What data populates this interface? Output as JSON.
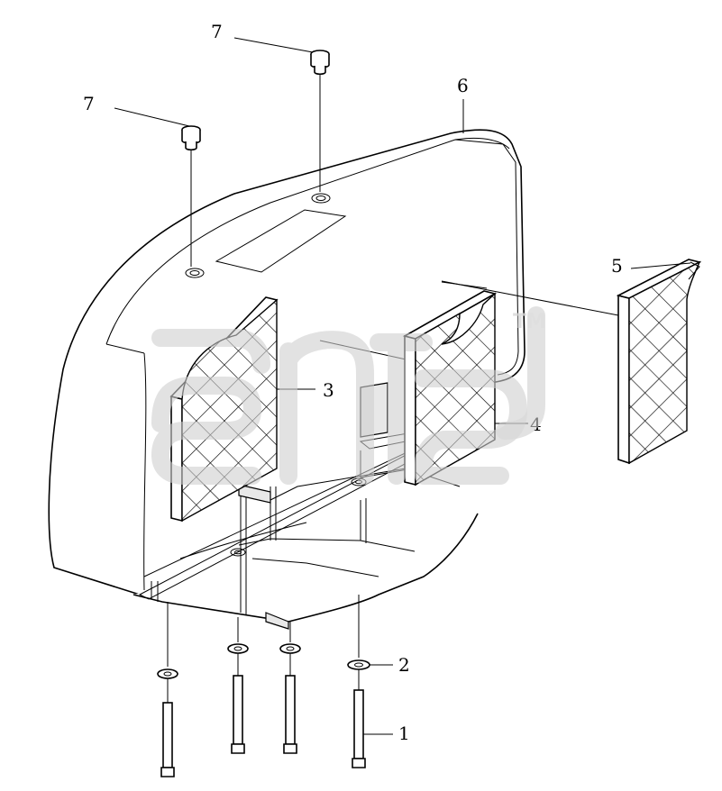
{
  "drawing": {
    "callouts": [
      "1",
      "2",
      "3",
      "4",
      "5",
      "6",
      "7",
      "7"
    ],
    "watermark": {
      "trademark": "TM"
    }
  }
}
